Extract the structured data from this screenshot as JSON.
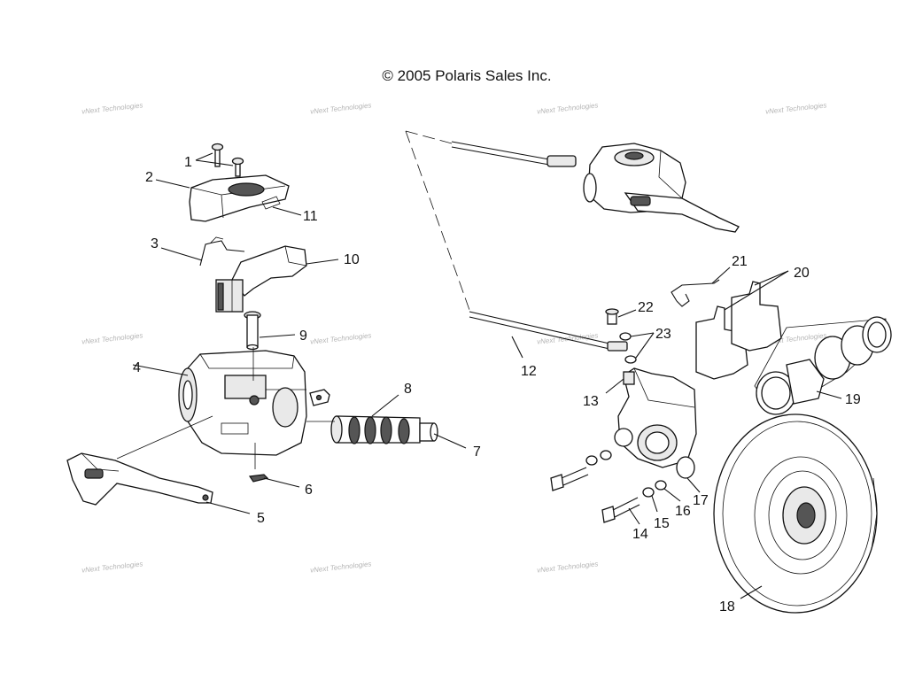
{
  "copyright": "© 2005 Polaris Sales Inc.",
  "watermark": "vNext Technologies",
  "callouts": [
    "1",
    "2",
    "3",
    "4",
    "5",
    "6",
    "7",
    "8",
    "9",
    "10",
    "11",
    "12",
    "13",
    "14",
    "15",
    "16",
    "17",
    "18",
    "19",
    "20",
    "21",
    "22",
    "23"
  ]
}
